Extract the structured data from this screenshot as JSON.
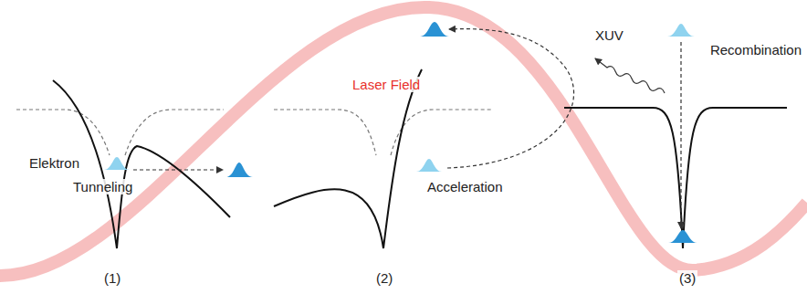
{
  "diagram": {
    "labels": [
      "Laser Field",
      "Elektron",
      "Tunneling",
      "(1)",
      "Acceleration",
      "(2)",
      "XUV",
      "Recombination",
      "(3)"
    ]
  }
}
